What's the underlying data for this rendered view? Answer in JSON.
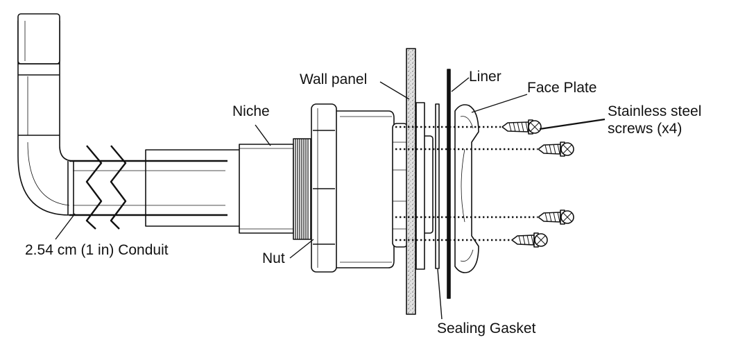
{
  "labels": {
    "conduit": "2.54 cm (1 in) Conduit",
    "niche": "Niche",
    "nut": "Nut",
    "wall_panel": "Wall panel",
    "liner": "Liner",
    "face_plate": "Face Plate",
    "screws_line1": "Stainless steel",
    "screws_line2": "screws (x4)",
    "sealing_gasket": "Sealing Gasket"
  },
  "colors": {
    "line": "#111111",
    "fill": "#ffffff",
    "wall_fill": "#d9d9d9"
  }
}
